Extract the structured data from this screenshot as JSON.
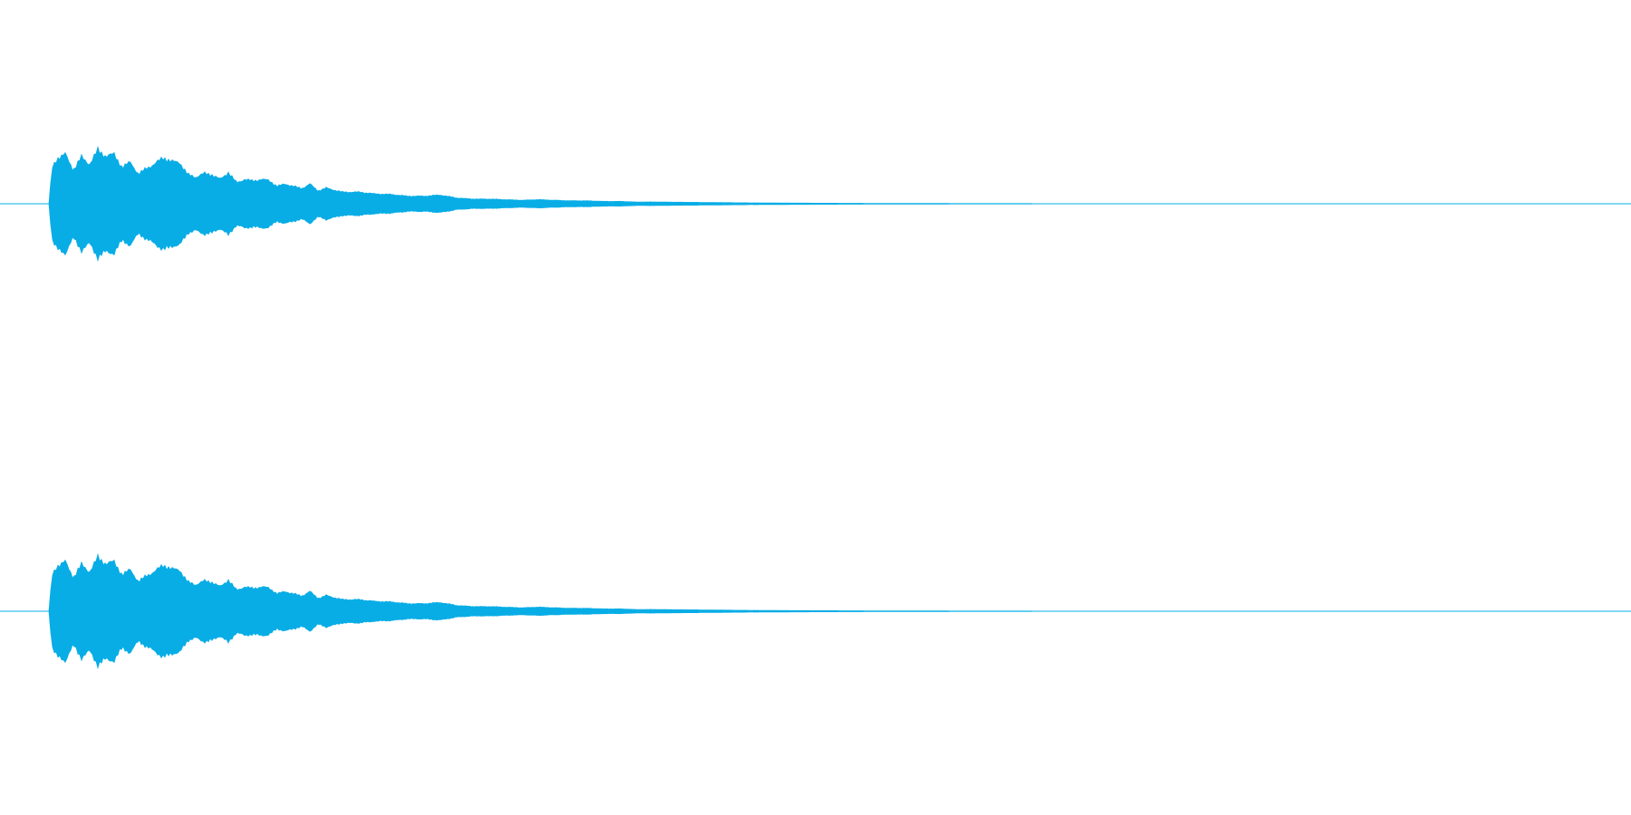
{
  "chart_data": {
    "type": "area",
    "title": "",
    "xlabel": "",
    "ylabel": "",
    "grid": false,
    "legend": "none",
    "color": "#08ADE6",
    "ylim": [
      -1,
      1
    ],
    "channels": [
      {
        "x": [
          0.03,
          0.032,
          0.035,
          0.04,
          0.045,
          0.05,
          0.055,
          0.06,
          0.065,
          0.07,
          0.075,
          0.08,
          0.085,
          0.09,
          0.095,
          0.1,
          0.105,
          0.11,
          0.115,
          0.12,
          0.125,
          0.13,
          0.135,
          0.14,
          0.145,
          0.15,
          0.155,
          0.16,
          0.165,
          0.17,
          0.175,
          0.18,
          0.185,
          0.19,
          0.195,
          0.2,
          0.21,
          0.22,
          0.23,
          0.24,
          0.25,
          0.26,
          0.27,
          0.28,
          0.29,
          0.3,
          0.31,
          0.32,
          0.33,
          0.34,
          0.35,
          0.36,
          0.37,
          0.38,
          0.39,
          0.4,
          0.42,
          0.44,
          0.46,
          0.48,
          0.5,
          0.52,
          0.54,
          0.56,
          0.58,
          0.6,
          0.62,
          0.64,
          0.66,
          0.68,
          0.7,
          0.72,
          1.0
        ],
        "amplitude": [
          0.0,
          0.62,
          0.78,
          0.85,
          0.58,
          0.8,
          0.68,
          0.92,
          0.82,
          0.85,
          0.62,
          0.72,
          0.5,
          0.62,
          0.68,
          0.8,
          0.72,
          0.72,
          0.5,
          0.46,
          0.52,
          0.5,
          0.42,
          0.54,
          0.36,
          0.42,
          0.39,
          0.42,
          0.4,
          0.3,
          0.34,
          0.3,
          0.26,
          0.34,
          0.22,
          0.27,
          0.2,
          0.2,
          0.17,
          0.16,
          0.13,
          0.13,
          0.15,
          0.1,
          0.08,
          0.08,
          0.07,
          0.06,
          0.07,
          0.06,
          0.05,
          0.05,
          0.04,
          0.04,
          0.03,
          0.03,
          0.025,
          0.02,
          0.015,
          0.012,
          0.01,
          0.008,
          0.006,
          0.005,
          0.004,
          0.003,
          0.003,
          0.002,
          0.002,
          0.001,
          0.001,
          0.0,
          0.0
        ]
      },
      {
        "x": [
          0.03,
          0.032,
          0.035,
          0.04,
          0.045,
          0.05,
          0.055,
          0.06,
          0.065,
          0.07,
          0.075,
          0.08,
          0.085,
          0.09,
          0.095,
          0.1,
          0.105,
          0.11,
          0.115,
          0.12,
          0.125,
          0.13,
          0.135,
          0.14,
          0.145,
          0.15,
          0.155,
          0.16,
          0.165,
          0.17,
          0.175,
          0.18,
          0.185,
          0.19,
          0.195,
          0.2,
          0.21,
          0.22,
          0.23,
          0.24,
          0.25,
          0.26,
          0.27,
          0.28,
          0.29,
          0.3,
          0.31,
          0.32,
          0.33,
          0.34,
          0.35,
          0.36,
          0.37,
          0.38,
          0.39,
          0.4,
          0.42,
          0.44,
          0.46,
          0.48,
          0.5,
          0.52,
          0.54,
          0.56,
          0.58,
          0.6,
          0.62,
          0.64,
          0.66,
          0.68,
          0.7,
          0.72,
          1.0
        ],
        "amplitude": [
          0.0,
          0.62,
          0.78,
          0.85,
          0.58,
          0.8,
          0.68,
          0.92,
          0.82,
          0.85,
          0.62,
          0.72,
          0.5,
          0.62,
          0.68,
          0.8,
          0.72,
          0.72,
          0.5,
          0.46,
          0.52,
          0.5,
          0.42,
          0.54,
          0.36,
          0.42,
          0.39,
          0.42,
          0.4,
          0.3,
          0.34,
          0.3,
          0.26,
          0.34,
          0.22,
          0.27,
          0.2,
          0.2,
          0.17,
          0.16,
          0.13,
          0.13,
          0.15,
          0.1,
          0.08,
          0.08,
          0.07,
          0.06,
          0.07,
          0.06,
          0.05,
          0.05,
          0.04,
          0.04,
          0.03,
          0.03,
          0.025,
          0.02,
          0.015,
          0.012,
          0.01,
          0.008,
          0.006,
          0.005,
          0.004,
          0.003,
          0.003,
          0.002,
          0.002,
          0.001,
          0.001,
          0.0,
          0.0
        ]
      }
    ]
  }
}
